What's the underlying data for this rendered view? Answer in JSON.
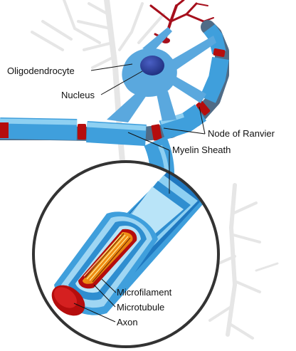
{
  "labels": {
    "oligodendrocyte": "Oligodendrocyte",
    "nucleus": "Nucleus",
    "node_of_ranvier": "Node of Ranvier",
    "myelin_sheath": "Myelin Sheath",
    "microfilament": "Microfilament",
    "microtubule": "Microtubule",
    "axon": "Axon"
  },
  "colors": {
    "myelin": "#3f9fdc",
    "myelin_light": "#8ed0f2",
    "oligodendrocyte": "#5aa8de",
    "nucleus": "#2a3f9e",
    "axon_core": "#4f6b86",
    "node": "#b50d0d",
    "axoplasm": "#e07a10",
    "background_neuron": "#e4e4e4",
    "dendrite_red": "#a60f1c"
  }
}
